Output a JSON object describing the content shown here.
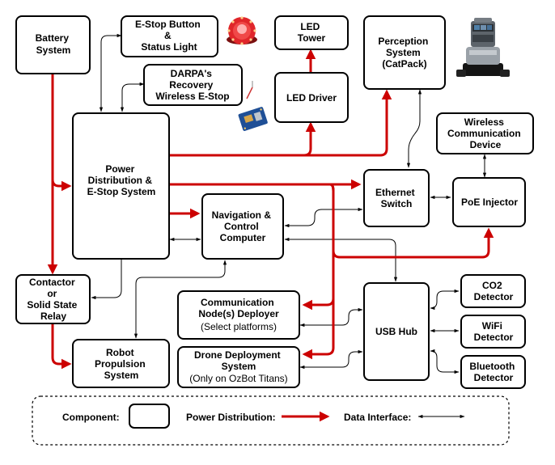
{
  "diagram": {
    "colors": {
      "power": "#cc0000",
      "data": "#000000",
      "box_stroke": "#000000",
      "box_fill": "#ffffff",
      "bg": "#ffffff"
    },
    "nodes": {
      "battery": {
        "lines": [
          "Battery",
          "System"
        ]
      },
      "estop_button": {
        "lines": [
          "E-Stop Button",
          "&",
          "Status Light"
        ]
      },
      "darpa_estop": {
        "lines": [
          "DARPA's",
          "Recovery",
          "Wireless E-Stop"
        ]
      },
      "led_tower": {
        "lines": [
          "LED",
          "Tower"
        ]
      },
      "led_driver": {
        "lines": [
          "LED Driver"
        ]
      },
      "perception": {
        "lines": [
          "Perception",
          "System",
          "(CatPack)"
        ]
      },
      "wireless_comm": {
        "lines": [
          "Wireless",
          "Communication",
          "Device"
        ]
      },
      "power_dist": {
        "lines": [
          "Power",
          "Distribution &",
          "E-Stop System"
        ]
      },
      "nav_computer": {
        "lines": [
          "Navigation &",
          "Control",
          "Computer"
        ]
      },
      "ethernet_switch": {
        "lines": [
          "Ethernet",
          "Switch"
        ]
      },
      "poe_injector": {
        "lines": [
          "PoE Injector"
        ]
      },
      "contactor": {
        "lines": [
          "Contactor",
          "or",
          "Solid State",
          "Relay"
        ]
      },
      "comm_deployer": {
        "lines": [
          "Communication",
          "Node(s) Deployer"
        ],
        "note": "(Select platforms)"
      },
      "drone_deploy": {
        "lines": [
          "Drone Deployment",
          "System"
        ],
        "note": "(Only on OzBot Titans)"
      },
      "usb_hub": {
        "lines": [
          "USB Hub"
        ]
      },
      "co2": {
        "lines": [
          "CO2",
          "Detector"
        ]
      },
      "wifi": {
        "lines": [
          "WiFi",
          "Detector"
        ]
      },
      "bluetooth": {
        "lines": [
          "Bluetooth",
          "Detector"
        ]
      },
      "robot_propulsion": {
        "lines": [
          "Robot",
          "Propulsion",
          "System"
        ]
      }
    },
    "legend": {
      "component": "Component:",
      "power": "Power Distribution:",
      "data": "Data Interface:"
    },
    "images": [
      "estop-light-photo",
      "wireless-estop-board-photo",
      "lidar-catpack-photo"
    ]
  }
}
